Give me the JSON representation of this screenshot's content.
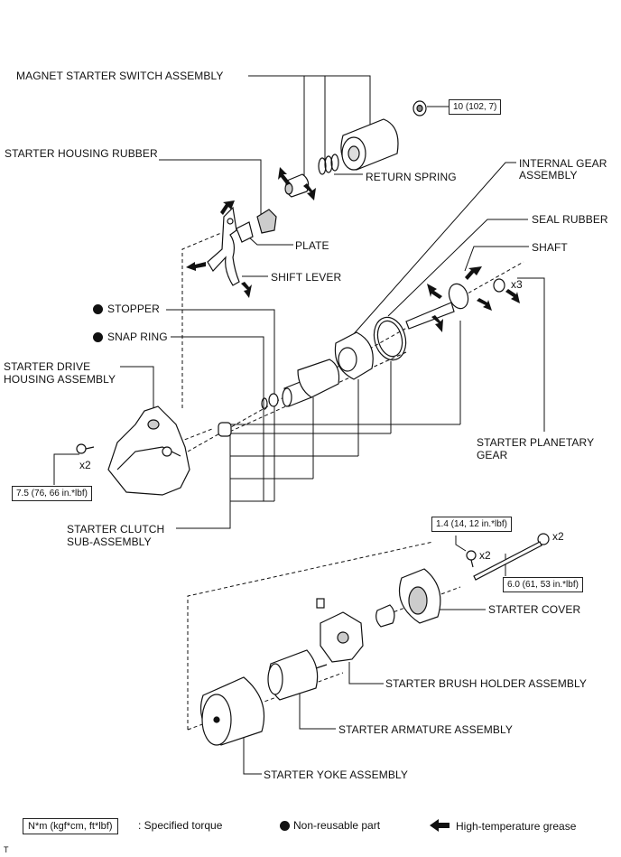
{
  "labels": {
    "magnet_switch": "MAGNET STARTER SWITCH ASSEMBLY",
    "housing_rubber": "STARTER HOUSING RUBBER",
    "return_spring": "RETURN SPRING",
    "internal_gear_1": "INTERNAL GEAR",
    "internal_gear_2": "ASSEMBLY",
    "seal_rubber": "SEAL RUBBER",
    "shaft": "SHAFT",
    "plate": "PLATE",
    "shift_lever": "SHIFT LEVER",
    "stopper": "STOPPER",
    "snap_ring": "SNAP RING",
    "drive_housing_1": "STARTER DRIVE",
    "drive_housing_2": "HOUSING ASSEMBLY",
    "planetary_1": "STARTER PLANETARY",
    "planetary_2": "GEAR",
    "clutch_1": "STARTER CLUTCH",
    "clutch_2": "SUB-ASSEMBLY",
    "cover": "STARTER COVER",
    "brush_holder": "STARTER BRUSH HOLDER ASSEMBLY",
    "armature": "STARTER ARMATURE ASSEMBLY",
    "yoke": "STARTER YOKE ASSEMBLY"
  },
  "torques": {
    "switch_nut": "10 (102, 7)",
    "housing_bolt": "7.5 (76, 66 in.*lbf)",
    "cover_screw": "1.4 (14, 12 in.*lbf)",
    "through_bolt": "6.0 (61, 53 in.*lbf)"
  },
  "multipliers": {
    "shaft_bolts": "x3",
    "housing_bolts": "x2",
    "cover_screws": "x2",
    "through_bolts": "x2"
  },
  "legend": {
    "torque_unit": "N*m (kgf*cm, ft*lbf)",
    "torque_desc": ": Specified torque",
    "non_reusable": "Non-reusable part",
    "grease": "High-temperature grease"
  },
  "corner_mark": "T"
}
